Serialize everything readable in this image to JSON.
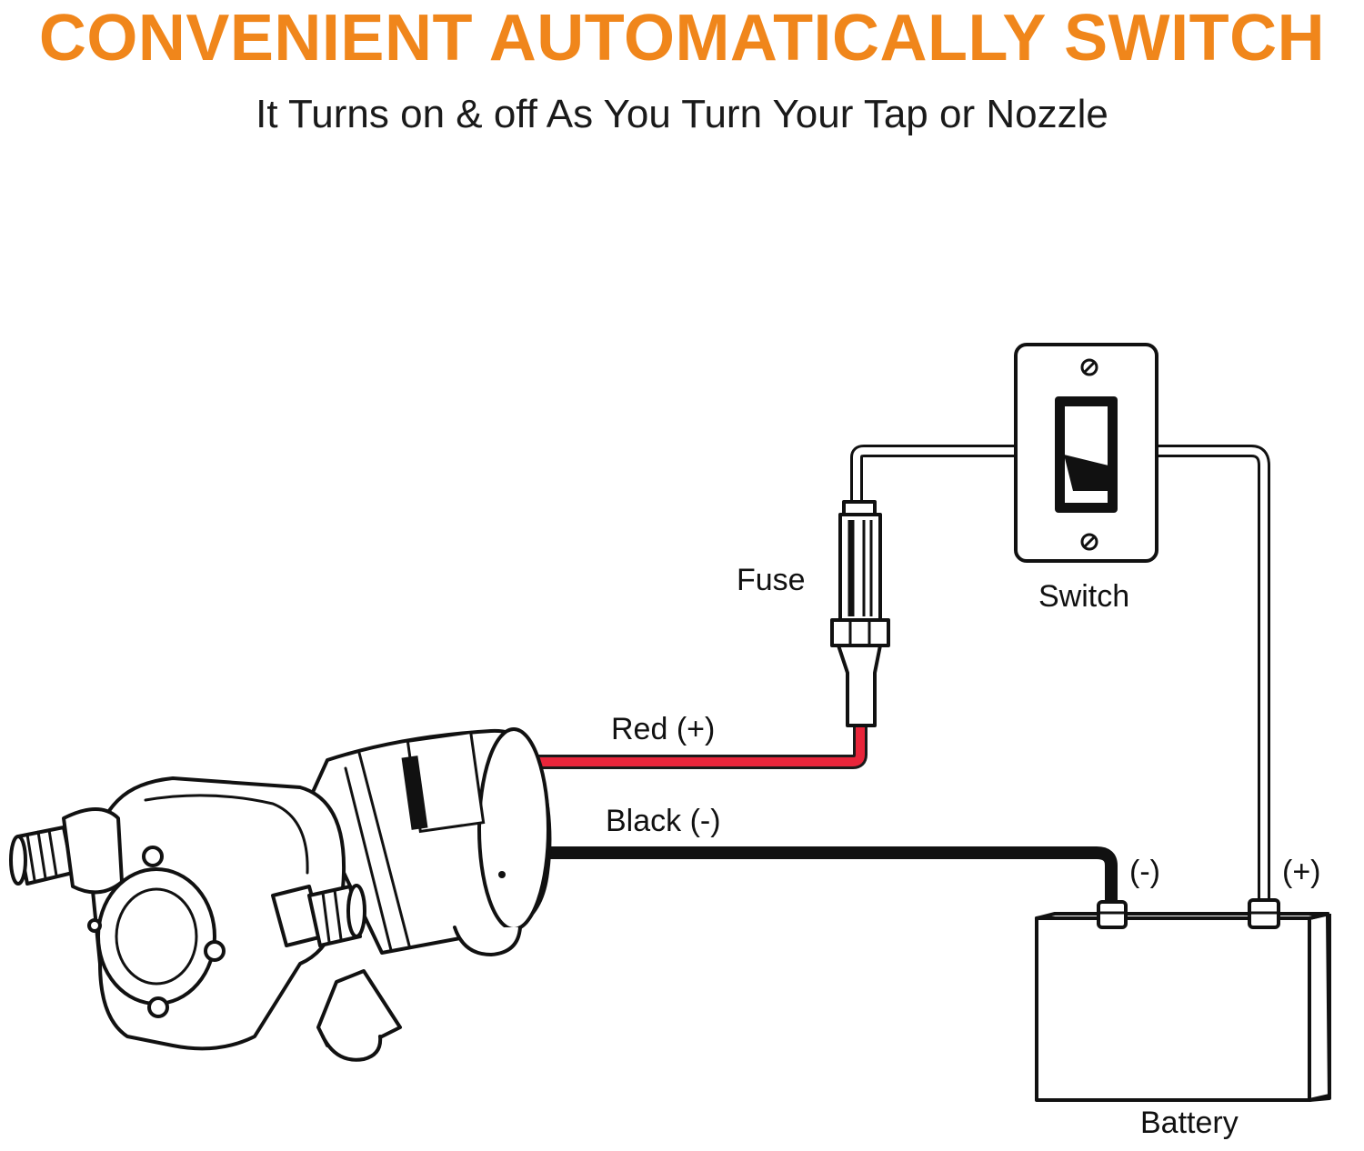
{
  "title": "CONVENIENT AUTOMATICALLY SWITCH",
  "subtitle": "It Turns on & off As You Turn Your Tap or Nozzle",
  "labels": {
    "fuse": "Fuse",
    "switch": "Switch",
    "red_wire": "Red (+)",
    "black_wire": "Black (-)",
    "battery_negative": "(-)",
    "battery_positive": "(+)",
    "battery": "Battery"
  },
  "colors": {
    "title": "#f0861b",
    "red_wire": "#e8253a",
    "black_wire": "#111111"
  },
  "icons": [
    "pump-icon",
    "fuse-icon",
    "switch-icon",
    "battery-icon"
  ]
}
